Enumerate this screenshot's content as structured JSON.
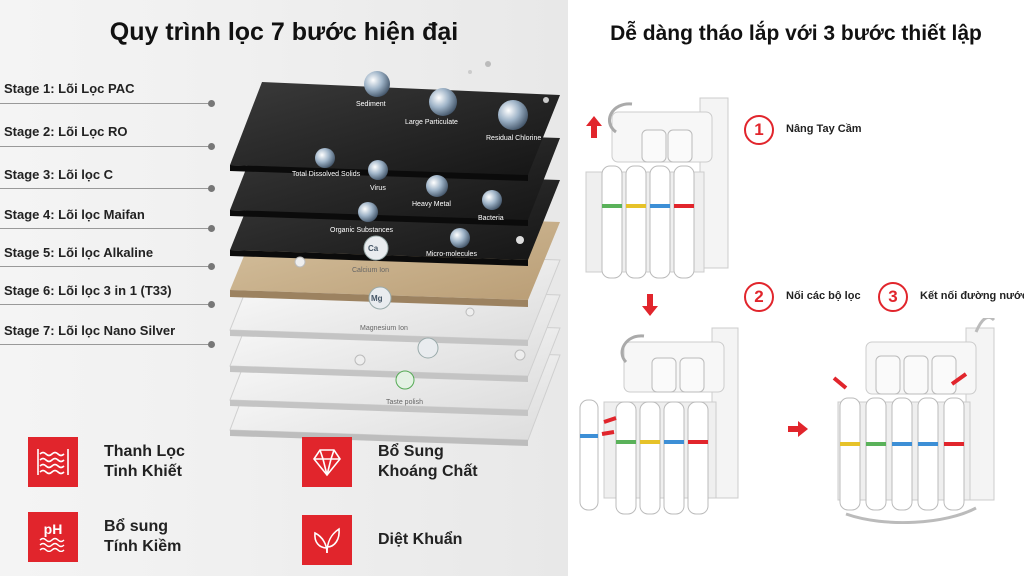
{
  "left": {
    "title": "Quy trình lọc 7 bước hiện đại",
    "stages": [
      "Stage 1: Lõi Lọc PAC",
      "Stage 2: Lõi Lọc RO",
      "Stage 3: Lõi lọc C",
      "Stage 4: Lõi lọc Maifan",
      "Stage 5: Lõi lọc Alkaline",
      "Stage 6: Lõi lọc 3 in 1 (T33)",
      "Stage 7: Lõi lọc Nano Silver"
    ],
    "layer_labels": {
      "sediment": "Sediment",
      "large_particulate": "Large Particulate",
      "residual_chlorine": "Residual Chlorine",
      "total_dissolved_solids": "Total Dissolved Solids",
      "virus": "Virus",
      "heavy_metal": "Heavy Metal",
      "bacteria": "Bacteria",
      "organic_substances": "Organic Substances",
      "micro_molecules": "Micro-molecules",
      "calcium_ion": "Calcium Ion",
      "magnesium_ion": "Magnesium Ion",
      "taste_polish": "Taste polish",
      "ca_symbol": "Ca",
      "mg_symbol": "Mg"
    },
    "features": [
      {
        "line1": "Thanh Lọc",
        "line2": "Tinh Khiết",
        "icon": "water-waves-icon"
      },
      {
        "line1": "Bổ Sung",
        "line2": "Khoáng Chất",
        "icon": "mineral-crystal-icon"
      },
      {
        "line1": "Bổ sung",
        "line2": "Tính Kiềm",
        "icon": "ph-icon"
      },
      {
        "line1": "Diệt Khuẩn",
        "line2": "",
        "icon": "leaf-icon"
      }
    ],
    "ph_text": "pH"
  },
  "right": {
    "title": "Dễ dàng tháo lắp với 3 bước thiết lập",
    "steps": [
      {
        "num": "1",
        "label": "Nâng Tay Cầm"
      },
      {
        "num": "2",
        "label": "Nối các bộ lọc"
      },
      {
        "num": "3",
        "label": "Kết nối đường nước"
      }
    ]
  },
  "colors": {
    "accent_red": "#e1252c",
    "filter_green": "#5ab25a",
    "filter_yellow": "#e6c229",
    "filter_blue": "#3d8fd6",
    "filter_red": "#e1252c"
  }
}
